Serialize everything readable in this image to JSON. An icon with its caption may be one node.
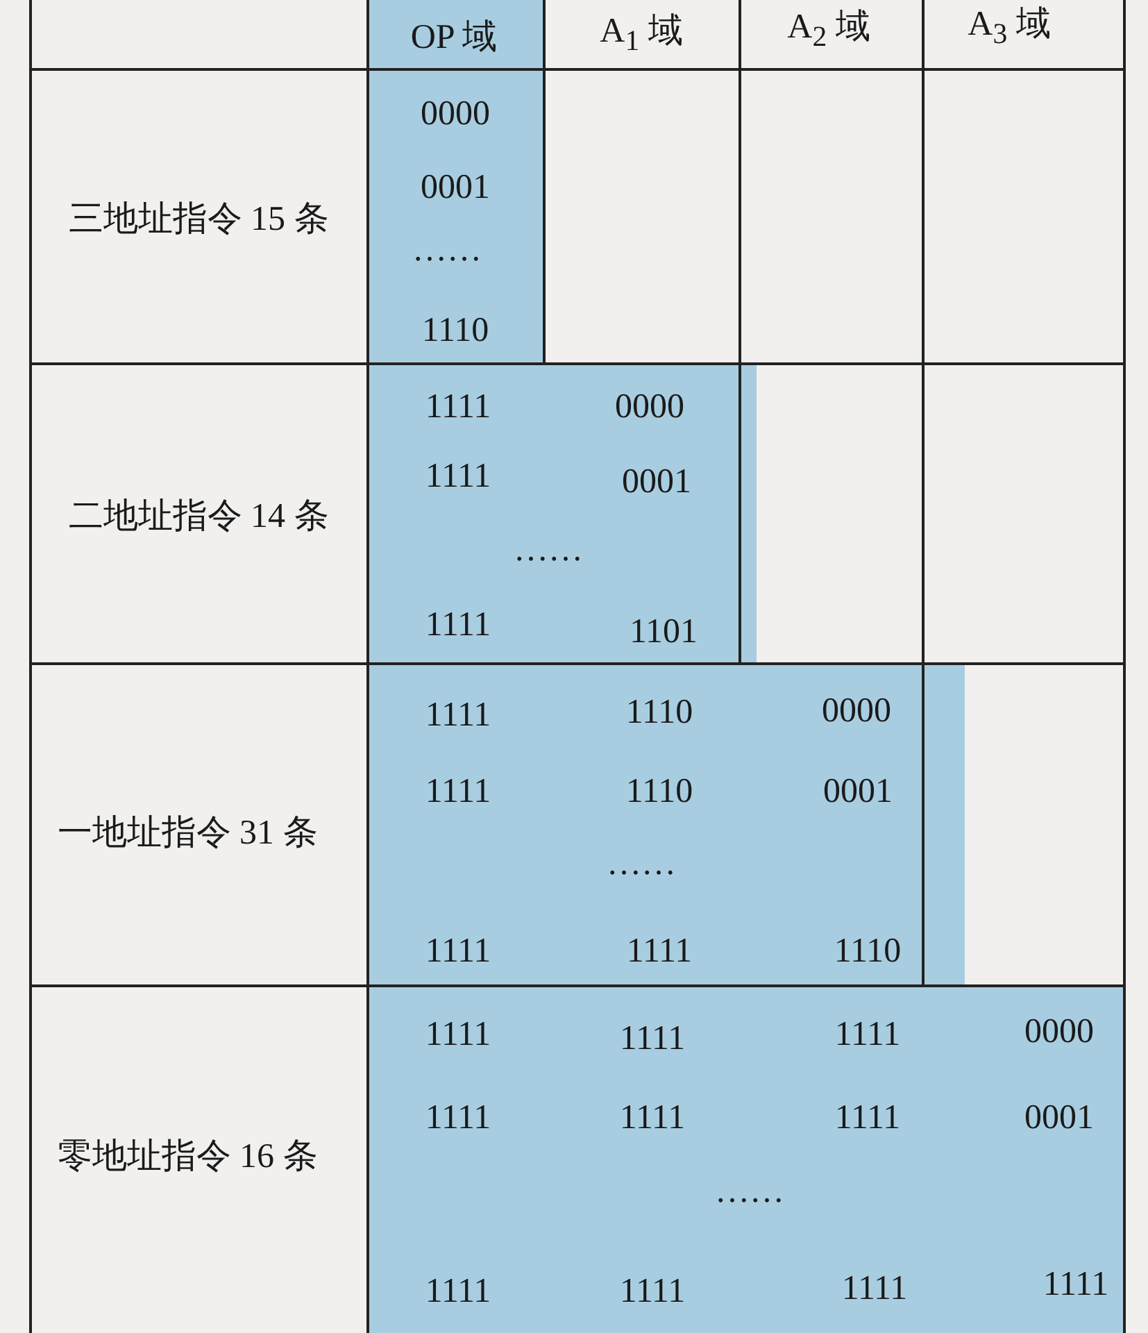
{
  "diagram": {
    "labels": [
      "OP 域",
      "A$_{1}$ 域",
      "A$_{2}$ 域",
      "A$_{3}$ 域",
      "三地址指令 15 条",
      "0000",
      "0001",
      "……",
      "1110",
      "二地址指令 14 条",
      "1111",
      "0000",
      "1111",
      "0001",
      "……",
      "1111",
      "1101",
      "一地址指令 31 条",
      "1111",
      "1110",
      "0000",
      "1111",
      "1110",
      "0001",
      "……",
      "1111",
      "1111",
      "1110",
      "零地址指令 16 条",
      "1111",
      "1111",
      "1111",
      "0000",
      "1111",
      "1111",
      "1111",
      "0001",
      "……",
      "1111",
      "1111",
      "1111",
      "1111"
    ]
  }
}
